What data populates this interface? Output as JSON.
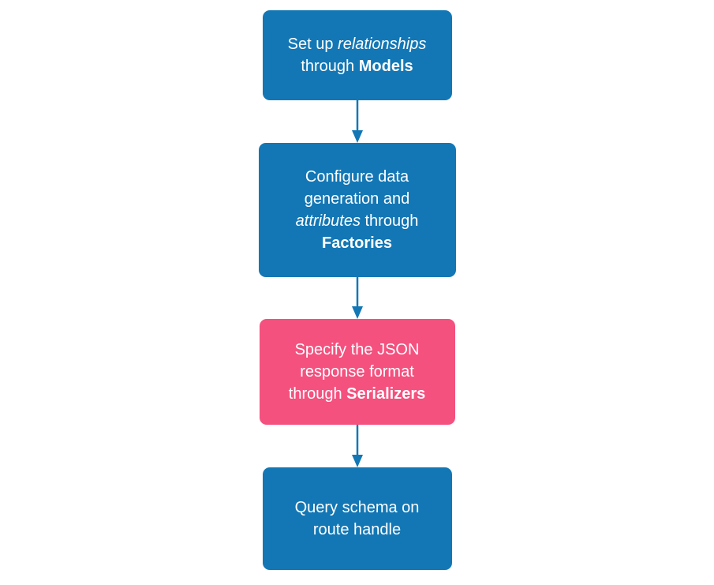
{
  "colors": {
    "blue": "#1377b5",
    "pink": "#f4517e",
    "arrow": "#1377b5",
    "text-color": "#ffffff",
    "background": "#ffffff"
  },
  "flow": {
    "type": "vertical-flowchart",
    "nodes": [
      {
        "id": "models",
        "fill": "#1377b5",
        "lines": [
          {
            "segments": [
              {
                "text": "Set up ",
                "style": "normal"
              },
              {
                "text": "relationships",
                "style": "italic"
              }
            ]
          },
          {
            "segments": [
              {
                "text": "through ",
                "style": "normal"
              },
              {
                "text": "Models",
                "style": "bold"
              }
            ]
          }
        ]
      },
      {
        "id": "factories",
        "fill": "#1377b5",
        "lines": [
          {
            "segments": [
              {
                "text": "Configure data",
                "style": "normal"
              }
            ]
          },
          {
            "segments": [
              {
                "text": "generation and",
                "style": "normal"
              }
            ]
          },
          {
            "segments": [
              {
                "text": "attributes",
                "style": "italic"
              },
              {
                "text": " through",
                "style": "normal"
              }
            ]
          },
          {
            "segments": [
              {
                "text": "Factories",
                "style": "bold"
              }
            ]
          }
        ]
      },
      {
        "id": "serializers",
        "fill": "#f4517e",
        "lines": [
          {
            "segments": [
              {
                "text": "Specify the JSON",
                "style": "normal"
              }
            ]
          },
          {
            "segments": [
              {
                "text": "response format",
                "style": "normal"
              }
            ]
          },
          {
            "segments": [
              {
                "text": "through ",
                "style": "normal"
              },
              {
                "text": "Serializers",
                "style": "bold"
              }
            ]
          }
        ]
      },
      {
        "id": "route-handle",
        "fill": "#1377b5",
        "lines": [
          {
            "segments": [
              {
                "text": "Query schema on",
                "style": "normal"
              }
            ]
          },
          {
            "segments": [
              {
                "text": "route handle",
                "style": "normal"
              }
            ]
          }
        ]
      }
    ],
    "connections": [
      {
        "from": "models",
        "to": "factories"
      },
      {
        "from": "factories",
        "to": "serializers"
      },
      {
        "from": "serializers",
        "to": "route-handle"
      }
    ]
  }
}
